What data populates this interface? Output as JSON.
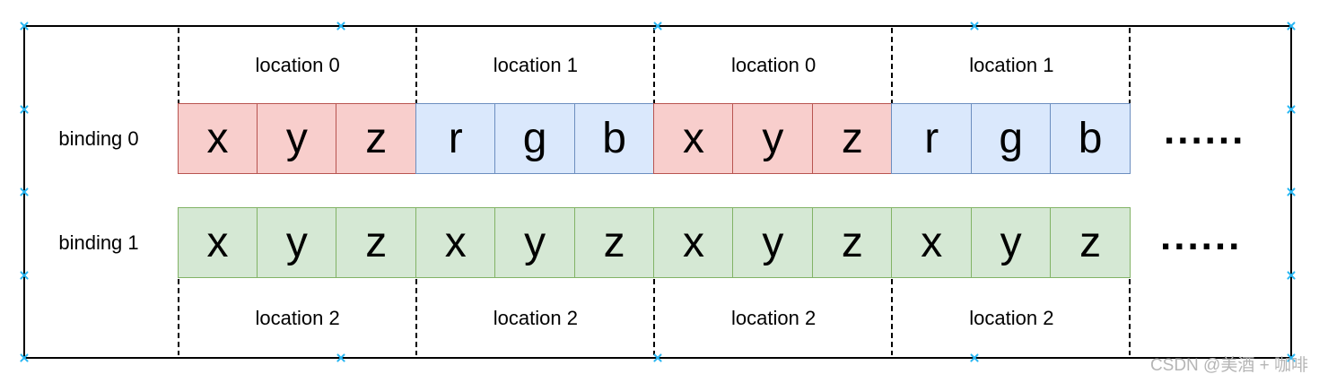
{
  "diagram": {
    "top_locations": [
      "location 0",
      "location 1",
      "location 0",
      "location 1"
    ],
    "bottom_locations": [
      "location 2",
      "location 2",
      "location 2",
      "location 2"
    ],
    "bindings": [
      {
        "label": "binding 0",
        "ellipsis": "......",
        "cells": [
          {
            "text": "x",
            "color": "red"
          },
          {
            "text": "y",
            "color": "red"
          },
          {
            "text": "z",
            "color": "red"
          },
          {
            "text": "r",
            "color": "blue"
          },
          {
            "text": "g",
            "color": "blue"
          },
          {
            "text": "b",
            "color": "blue"
          },
          {
            "text": "x",
            "color": "red"
          },
          {
            "text": "y",
            "color": "red"
          },
          {
            "text": "z",
            "color": "red"
          },
          {
            "text": "r",
            "color": "blue"
          },
          {
            "text": "g",
            "color": "blue"
          },
          {
            "text": "b",
            "color": "blue"
          }
        ]
      },
      {
        "label": "binding 1",
        "ellipsis": "......",
        "cells": [
          {
            "text": "x",
            "color": "green"
          },
          {
            "text": "y",
            "color": "green"
          },
          {
            "text": "z",
            "color": "green"
          },
          {
            "text": "x",
            "color": "green"
          },
          {
            "text": "y",
            "color": "green"
          },
          {
            "text": "z",
            "color": "green"
          },
          {
            "text": "x",
            "color": "green"
          },
          {
            "text": "y",
            "color": "green"
          },
          {
            "text": "z",
            "color": "green"
          },
          {
            "text": "x",
            "color": "green"
          },
          {
            "text": "y",
            "color": "green"
          },
          {
            "text": "z",
            "color": "green"
          }
        ]
      }
    ],
    "colors": {
      "red_fill": "#f8cecc",
      "red_stroke": "#b85450",
      "blue_fill": "#dae8fc",
      "blue_stroke": "#6c8ebf",
      "green_fill": "#d5e8d4",
      "green_stroke": "#82b366",
      "connection_point": "#29b6f2"
    }
  },
  "watermark": {
    "text": "CSDN @美酒 + 咖啡"
  }
}
